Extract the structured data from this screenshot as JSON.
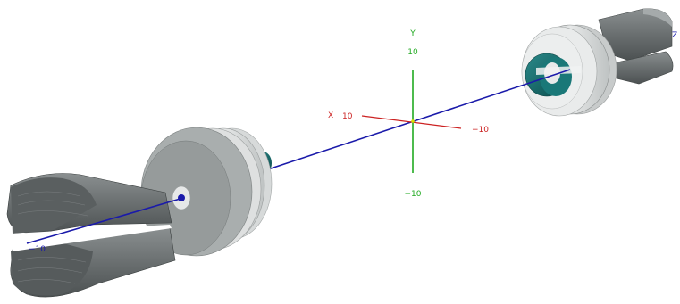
{
  "viewer": {
    "background": "#ffffff",
    "axes": {
      "x": {
        "name": "X",
        "pos_label": "10",
        "neg_label": "−10",
        "color": "#cc2222"
      },
      "y": {
        "name": "Y",
        "pos_label": "10",
        "neg_label": "−10",
        "color": "#22aa22"
      },
      "z": {
        "name": "Z",
        "near_label": "−10",
        "color": "#1a1aaa"
      }
    },
    "objects": {
      "near_assembly": {
        "body_color": "#6e7374",
        "flange_color": "#d8dada",
        "ring_color": "#0e6f6f"
      },
      "far_assembly": {
        "body_color": "#6e7374",
        "flange_color": "#d8dada",
        "ring_color": "#0e6f6f"
      }
    }
  }
}
